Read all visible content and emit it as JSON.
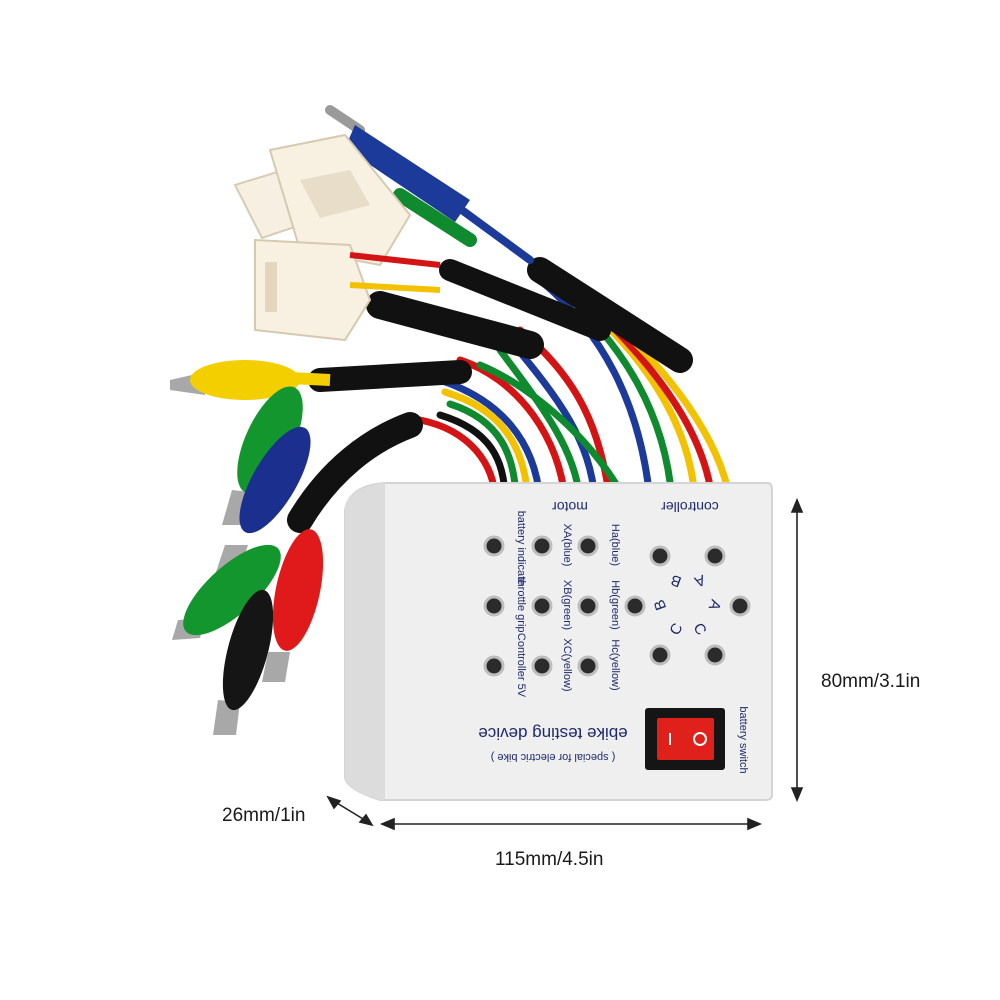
{
  "device": {
    "section_motor": "motor",
    "section_controller": "controller",
    "left_labels": [
      "battery indicate",
      "throttle grip",
      "Controller 5V"
    ],
    "motor_phase_labels": [
      "XA(blue)",
      "XB(green)",
      "XC(yellow)"
    ],
    "hall_labels": [
      "Ha(blue)",
      "Hb(green)",
      "Hc(yellow)"
    ],
    "controller_letters_inner": [
      "B",
      "A",
      "B",
      "A",
      "C",
      "C"
    ],
    "title": "ebike testing device",
    "subtitle": "( special for electric bike )",
    "switch_label": "battery switch"
  },
  "dimensions": {
    "depth": "26mm/1in",
    "width": "115mm/4.5in",
    "height": "80mm/3.1in"
  },
  "colors": {
    "box": "#ededed",
    "label_text": "#1f2a6b",
    "switch_red": "#e0201b",
    "wire_blue": "#1b3a9a",
    "wire_green": "#0f8a2e",
    "wire_yellow": "#f2c200",
    "wire_red": "#d41414",
    "wire_black": "#111111"
  }
}
